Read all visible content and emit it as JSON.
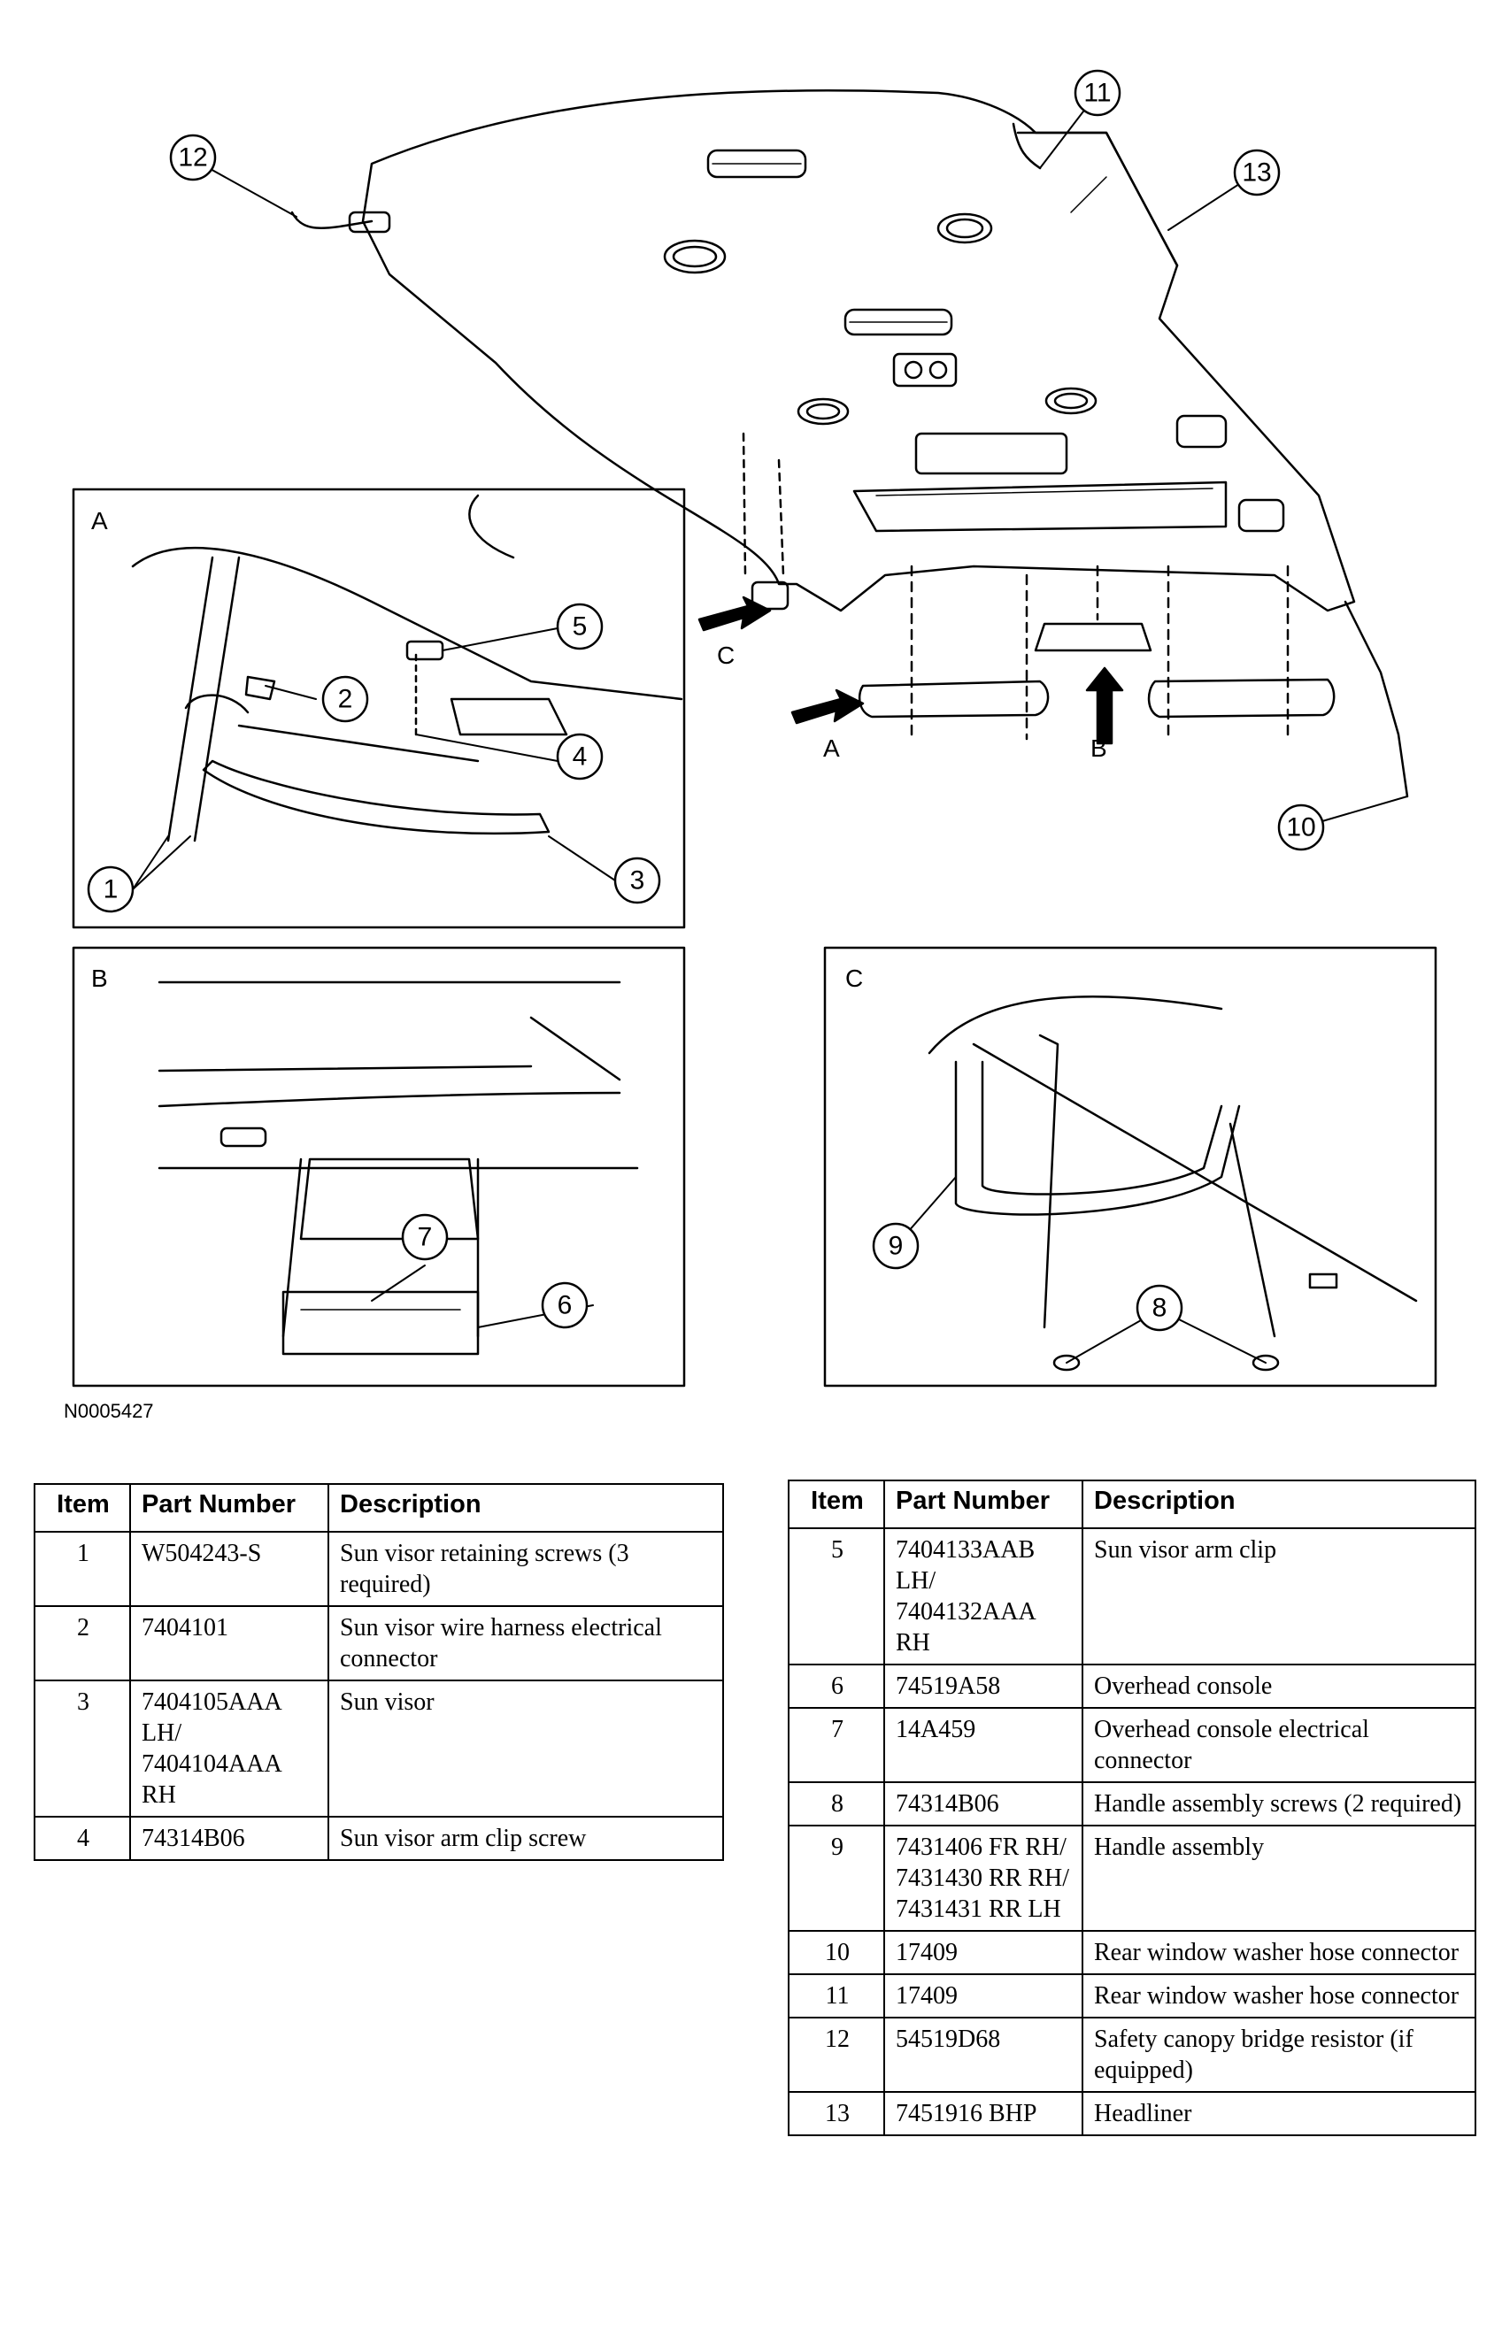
{
  "figure_id": "N0005427",
  "panel_letters": {
    "a": "A",
    "b": "B",
    "c": "C"
  },
  "arrow_labels": {
    "a": "A",
    "b": "B",
    "c": "C"
  },
  "callouts": [
    "1",
    "2",
    "3",
    "4",
    "5",
    "6",
    "7",
    "8",
    "9",
    "10",
    "11",
    "12",
    "13"
  ],
  "table_headers": {
    "item": "Item",
    "part_number": "Part Number",
    "description": "Description"
  },
  "parts_left": [
    {
      "item": "1",
      "part": "W504243-S",
      "desc": "Sun visor retaining screws (3 required)"
    },
    {
      "item": "2",
      "part": "7404101",
      "desc": "Sun visor wire harness electrical connector"
    },
    {
      "item": "3",
      "part": "7404105AAA LH/ 7404104AAA RH",
      "desc": "Sun visor"
    },
    {
      "item": "4",
      "part": "74314B06",
      "desc": "Sun visor arm clip screw"
    }
  ],
  "parts_right": [
    {
      "item": "5",
      "part": "7404133AAB LH/ 7404132AAA RH",
      "desc": "Sun visor arm clip"
    },
    {
      "item": "6",
      "part": "74519A58",
      "desc": "Overhead console"
    },
    {
      "item": "7",
      "part": "14A459",
      "desc": "Overhead console electrical connector"
    },
    {
      "item": "8",
      "part": "74314B06",
      "desc": "Handle assembly screws (2 required)"
    },
    {
      "item": "9",
      "part": "7431406 FR RH/ 7431430 RR RH/ 7431431 RR LH",
      "desc": "Handle assembly"
    },
    {
      "item": "10",
      "part": "17409",
      "desc": "Rear window washer hose connector"
    },
    {
      "item": "11",
      "part": "17409",
      "desc": "Rear window washer hose connector"
    },
    {
      "item": "12",
      "part": "54519D68",
      "desc": "Safety canopy bridge resistor (if equipped)"
    },
    {
      "item": "13",
      "part": "7451916 BHP",
      "desc": "Headliner"
    }
  ]
}
